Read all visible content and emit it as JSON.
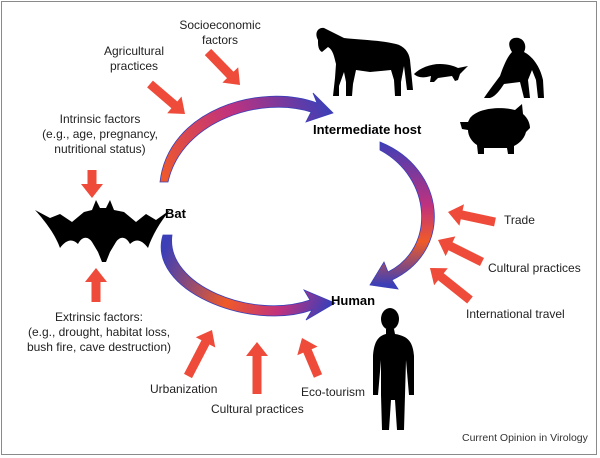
{
  "nodes": {
    "bat": "Bat",
    "intermediate_host": "Intermediate host",
    "human": "Human"
  },
  "factors": {
    "socioeconomic": [
      "Socioeconomic",
      "factors"
    ],
    "agricultural": [
      "Agricultural",
      "practices"
    ],
    "intrinsic": [
      "Intrinsic factors",
      "(e.g., age, pregnancy,",
      "nutritional status)"
    ],
    "extrinsic": [
      "Extrinsic factors:",
      "(e.g., drought, habitat loss,",
      "bush fire, cave destruction)"
    ],
    "trade": "Trade",
    "cultural_right": "Cultural practices",
    "international_travel": "International travel",
    "urbanization": "Urbanization",
    "cultural_bottom": "Cultural practices",
    "eco_tourism": "Eco-tourism"
  },
  "source": "Current Opinion in Virology",
  "colors": {
    "factor_arrow": "#ee4b3a",
    "cycle_start": "#f05a28",
    "cycle_mid": "#c0327e",
    "cycle_end": "#3b3fb8",
    "silhouette": "#000000"
  },
  "icons": [
    "horse-silhouette",
    "raccoon-dog-silhouette",
    "monkey-silhouette",
    "pig-silhouette",
    "bat-silhouette",
    "human-silhouette"
  ]
}
